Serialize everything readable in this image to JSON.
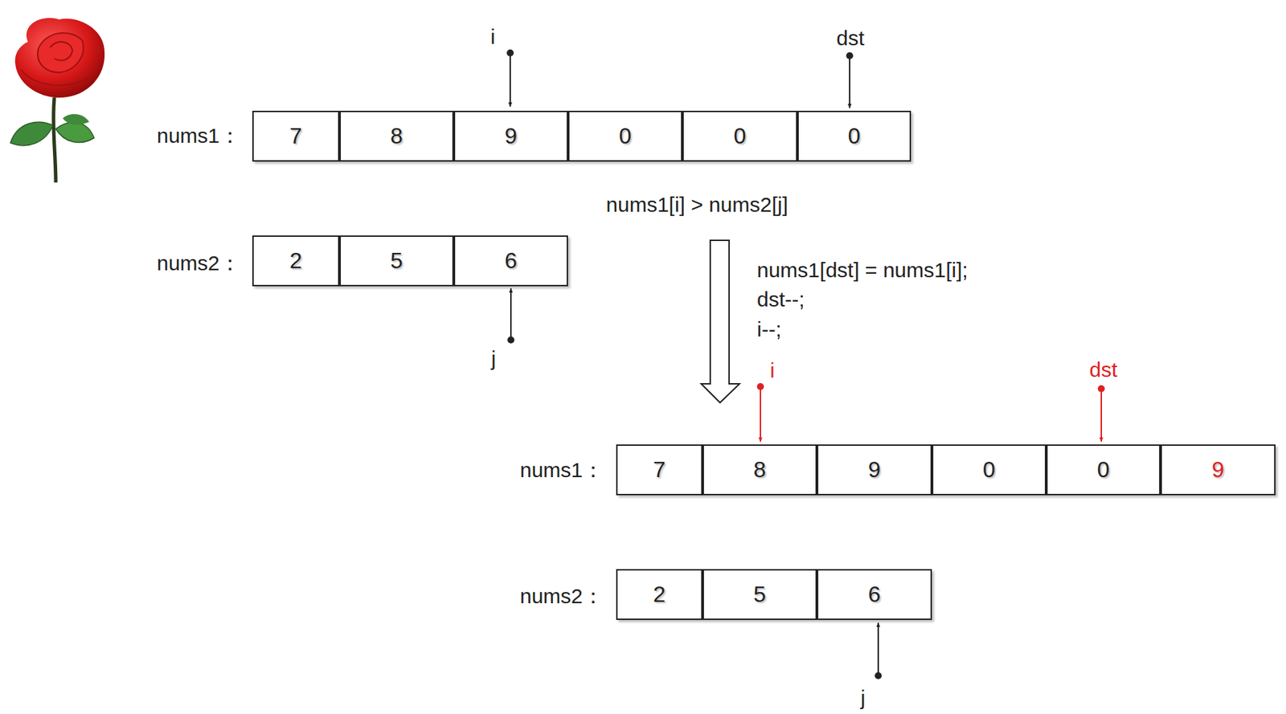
{
  "diagram": {
    "nodes": [
      {
        "text": [
          "7"
        ]
      },
      {
        "text": [
          "8"
        ]
      },
      {
        "text": [
          "9"
        ]
      },
      {
        "text": [
          "0"
        ]
      },
      {
        "text": [
          "0"
        ]
      },
      {
        "text": [
          "0"
        ]
      },
      {
        "text": [
          "2"
        ]
      },
      {
        "text": [
          "5"
        ]
      },
      {
        "text": [
          "6"
        ]
      },
      {
        "text": [
          "7"
        ]
      },
      {
        "text": [
          "8"
        ]
      },
      {
        "text": [
          "9"
        ]
      },
      {
        "text": [
          "0"
        ]
      },
      {
        "text": [
          "0"
        ]
      },
      {
        "text": [
          "9"
        ]
      },
      {
        "text": [
          "2"
        ]
      },
      {
        "text": [
          "5"
        ]
      },
      {
        "text": [
          "6"
        ]
      }
    ],
    "labels": [
      "i",
      "dst",
      "nums1：",
      "nums1[i] > nums2[j]",
      "nums2：",
      "nums1[dst] = nums1[i];",
      "dst--;",
      "i--;",
      "j",
      "i",
      "dst",
      "nums1：",
      "nums2：",
      "j"
    ]
  }
}
